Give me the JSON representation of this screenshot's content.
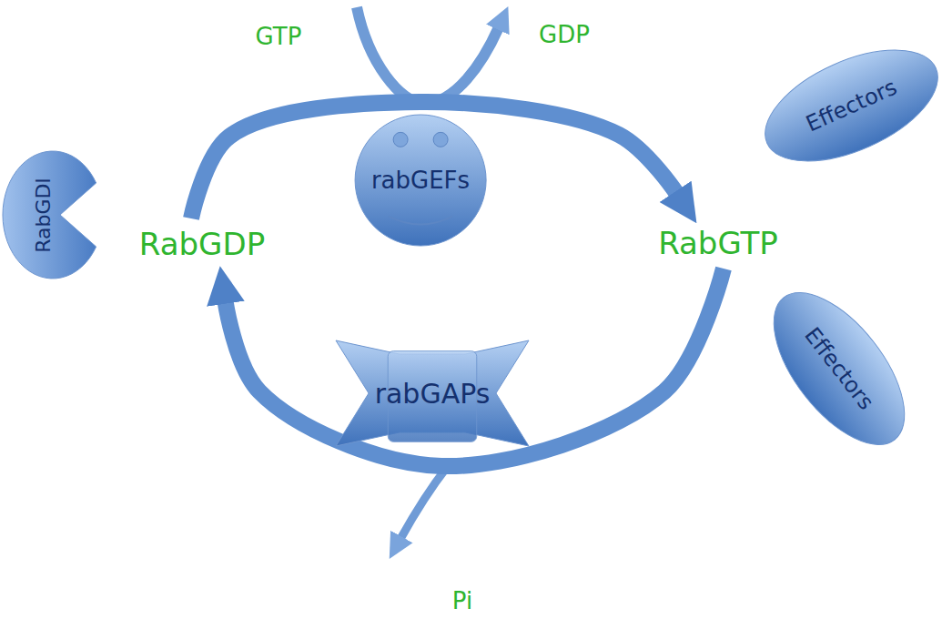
{
  "diagram": {
    "nodes": [
      {
        "text": [
          "rabGEFs"
        ]
      },
      {
        "text": [
          "RabGDI"
        ]
      },
      {
        "text": [
          "RabGDP"
        ]
      },
      {
        "text": [
          "RabGTP"
        ]
      },
      {
        "text": [
          "Effectors"
        ]
      },
      {
        "text": [
          "Effectors"
        ]
      },
      {
        "text": [
          "rabGAPs"
        ]
      }
    ],
    "edges": [
      {
        "from": 2,
        "to": 3,
        "arrow": "to"
      },
      {
        "from": 3,
        "to": 2,
        "arrow": "to"
      }
    ],
    "labels": [
      "GTP",
      "GDP",
      "Pi"
    ]
  }
}
